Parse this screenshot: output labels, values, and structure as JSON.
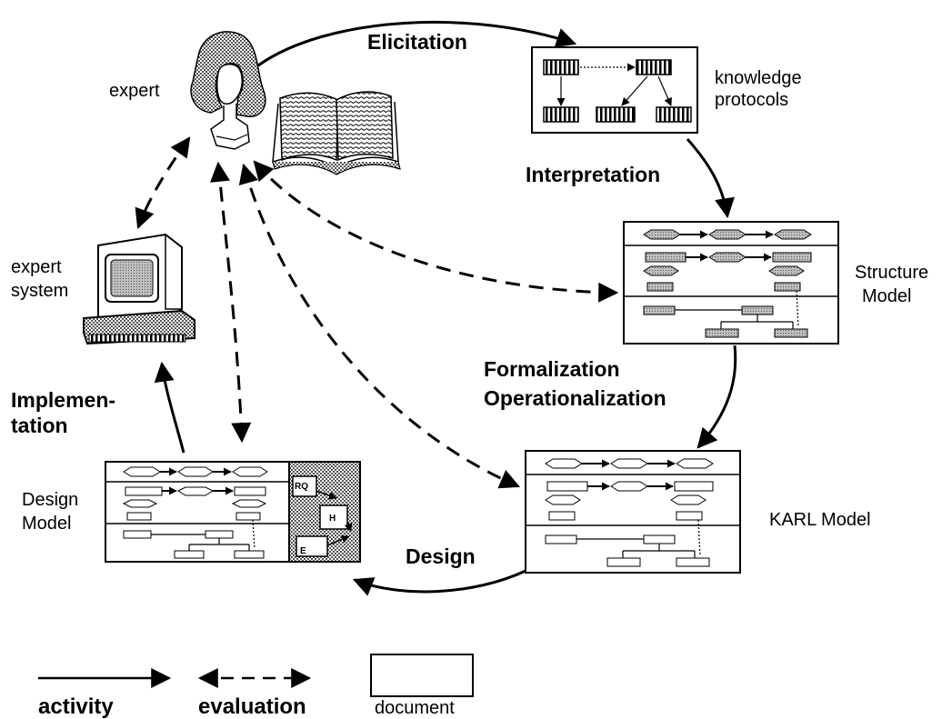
{
  "activities": {
    "elicitation": "Elicitation",
    "interpretation": "Interpretation",
    "formalization": "Formalization",
    "operationalization": "Operationalization",
    "design": "Design",
    "implementation_line1": "Implemen-",
    "implementation_line2": "tation"
  },
  "nodes": {
    "expert": "expert",
    "knowledge_protocols_line1": "knowledge",
    "knowledge_protocols_line2": "protocols",
    "structure_model_line1": "Structure",
    "structure_model_line2": "Model",
    "karl_model": "KARL Model",
    "design_model_line1": "Design",
    "design_model_line2": "Model",
    "expert_system_line1": "expert",
    "expert_system_line2": "system"
  },
  "design_box_labels": [
    "RQ",
    "H",
    "E"
  ],
  "legend": {
    "activity": "activity",
    "evaluation": "evaluation",
    "document": "document"
  },
  "colors": {
    "ink": "#000000",
    "background": "#ffffff",
    "hatch": "#9a9a9a"
  }
}
